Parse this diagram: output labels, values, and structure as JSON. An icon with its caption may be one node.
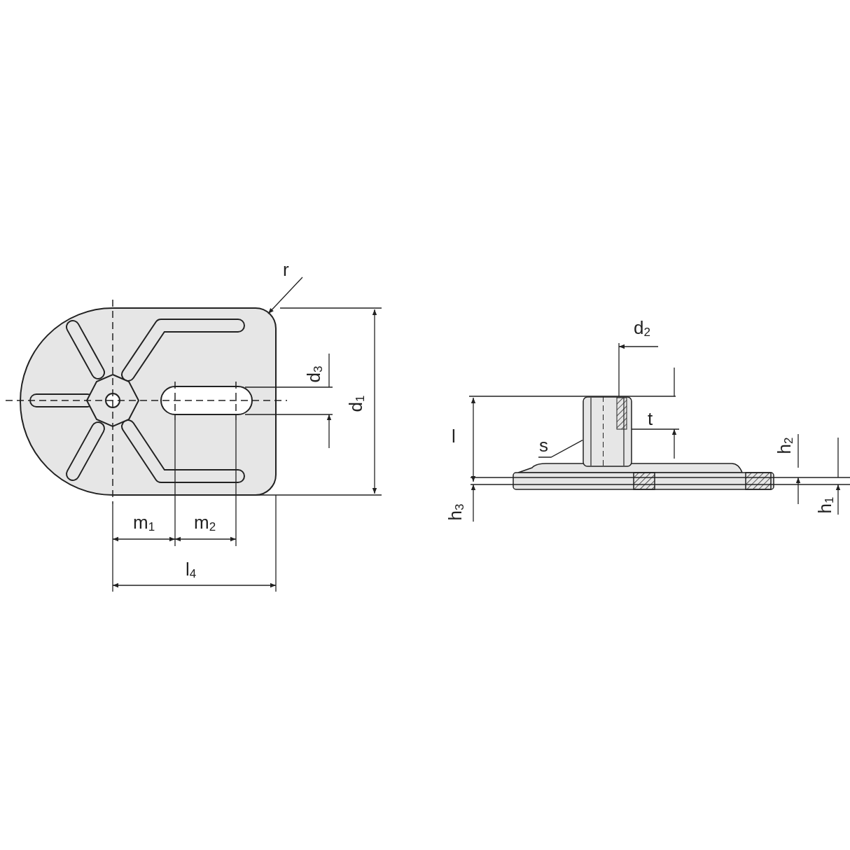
{
  "diagram": {
    "nodes": [
      {
        "text": [
          "s"
        ]
      },
      {
        "text": [],
        "shape": "box"
      }
    ],
    "edges": [
      {
        "from": 0,
        "to": 1,
        "arrow": "none"
      }
    ],
    "labels": [
      "r",
      "d$_{2}$",
      "d$_{3}$",
      "d$_{1}$",
      "t",
      "l",
      "h$_{2}$",
      "m$_{1}$",
      "m$_{2}$",
      "h$_{3}$",
      "h$_{1}$",
      "l$_{4}$"
    ]
  }
}
